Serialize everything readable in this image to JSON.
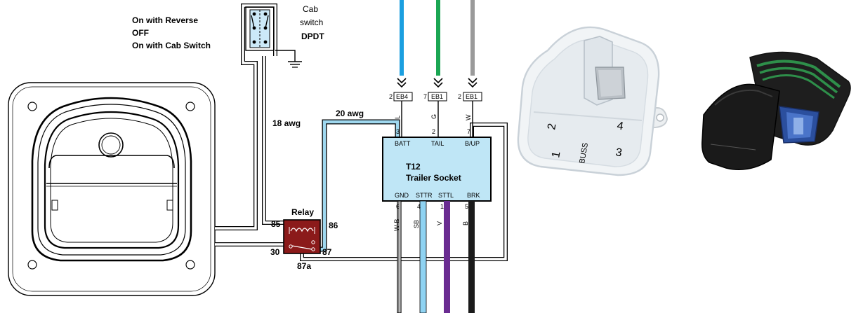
{
  "switch_options": {
    "line1": "On with Reverse",
    "line2": "OFF",
    "line3": "On with Cab Switch"
  },
  "cab_switch": {
    "line1": "Cab",
    "line2": "switch",
    "type": "DPDT"
  },
  "wire_gauges": {
    "left": "18 awg",
    "top": "20 awg"
  },
  "relay": {
    "title": "Relay",
    "pin85": "85",
    "pin86": "86",
    "pin30": "30",
    "pin87": "87",
    "pin87a": "87a"
  },
  "connectors": [
    {
      "num": "2",
      "label": "EB4"
    },
    {
      "num": "7",
      "label": "EB1"
    },
    {
      "num": "2",
      "label": "EB1"
    }
  ],
  "wire_colors_top": [
    "L",
    "G",
    "W"
  ],
  "socket": {
    "id": "T12",
    "name": "Trailer Socket",
    "top_pin_numbers": [
      "3",
      "2",
      "7"
    ],
    "top_pins": [
      "BATT",
      "TAIL",
      "B/UP"
    ],
    "bottom_pins": [
      "GND",
      "STTR",
      "STTL",
      "BRK"
    ],
    "bottom_pin_numbers": [
      "6",
      "4",
      "1",
      "5"
    ]
  },
  "wire_colors_bottom": [
    "W-B",
    "SB",
    "V",
    "B"
  ],
  "fuse_box": {
    "labels": [
      "2",
      "4",
      "1",
      "3",
      "BUSS"
    ]
  },
  "colors": {
    "blue_wire": "#1b9fe0",
    "green_wire": "#1aa653",
    "grey_wire": "#9a9a9a",
    "sky_wire": "#8fd3f2",
    "violet_wire": "#6a2c91",
    "black_wire": "#1a1a1a",
    "socket_fill": "#bfe6f6",
    "relay_fill": "#8b1a1a"
  }
}
